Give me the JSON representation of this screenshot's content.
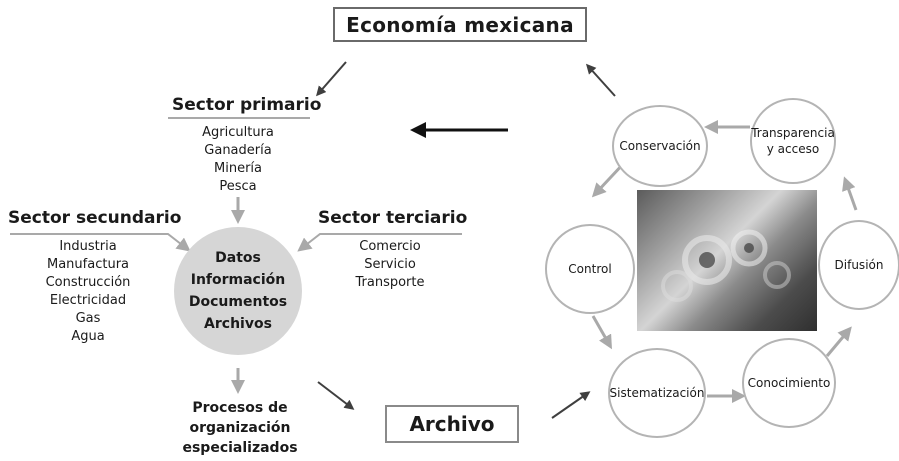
{
  "title": "Economía mexicana",
  "archivo": "Archivo",
  "sectors": {
    "primario": {
      "heading": "Sector primario",
      "items": [
        "Agricultura",
        "Ganadería",
        "Minería",
        "Pesca"
      ]
    },
    "secundario": {
      "heading": "Sector secundario",
      "items": [
        "Industria",
        "Manufactura",
        "Construcción",
        "Electricidad",
        "Gas",
        "Agua"
      ]
    },
    "terciario": {
      "heading": "Sector terciario",
      "items": [
        "Comercio",
        "Servicio",
        "Transporte"
      ]
    }
  },
  "center": {
    "lines": [
      "Datos",
      "Información",
      "Documentos",
      "Archivos"
    ]
  },
  "procesos": {
    "lines": [
      "Procesos de",
      "organización",
      "especializados"
    ]
  },
  "cycle": {
    "conservacion": "Conservación",
    "transparencia_1": "Transparencia",
    "transparencia_2": "y acceso",
    "control": "Control",
    "difusion": "Difusión",
    "sistematizacion": "Sistematización",
    "conocimiento": "Conocimiento"
  },
  "colors": {
    "arrow_dark": "#3f3f3f",
    "arrow_light": "#a9a9a9",
    "node_border": "#b4b4b4",
    "center_fill": "#d6d6d6"
  }
}
